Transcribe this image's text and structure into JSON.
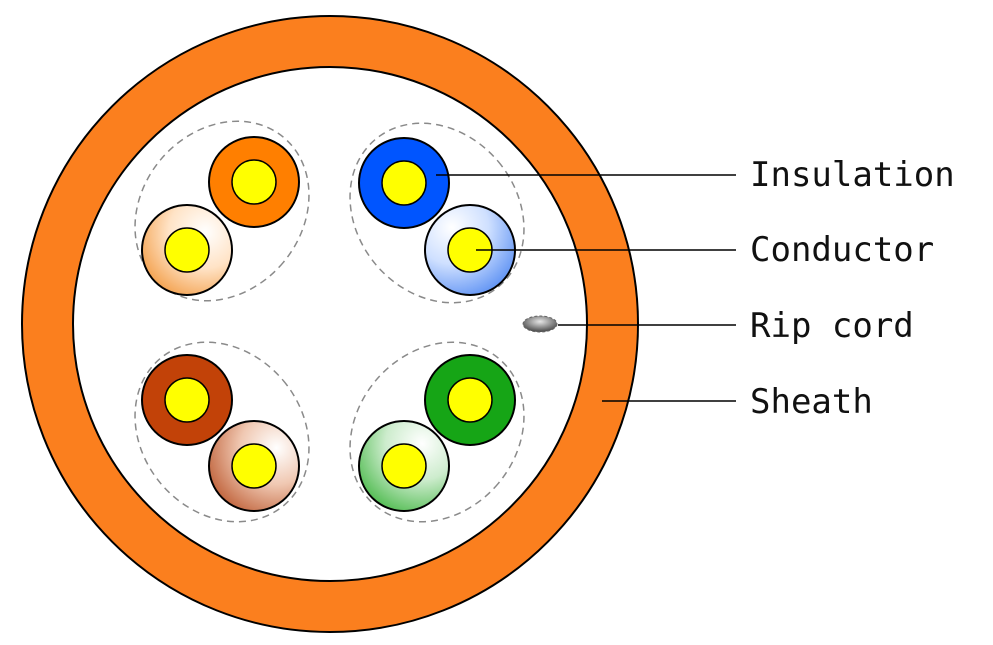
{
  "diagram": {
    "colors": {
      "sheath": "#fb7f1e",
      "sheath_stroke": "#000000",
      "core": "#ffffff",
      "conductor": "#ffff00",
      "pair_outline": "#8a8a8a",
      "orange": "#ff7f00",
      "blue": "#0055ff",
      "brown": "#c24208",
      "green": "#16a516",
      "rip_cord": "#444444"
    },
    "pairs": [
      {
        "name": "orange-pair",
        "solid_color": "orange",
        "striped_color": "orange"
      },
      {
        "name": "blue-pair",
        "solid_color": "blue",
        "striped_color": "blue"
      },
      {
        "name": "brown-pair",
        "solid_color": "brown",
        "striped_color": "brown"
      },
      {
        "name": "green-pair",
        "solid_color": "green",
        "striped_color": "green"
      }
    ],
    "labels": {
      "insulation": "Insulation",
      "conductor": "Conductor",
      "rip_cord": "Rip cord",
      "sheath": "Sheath"
    }
  }
}
